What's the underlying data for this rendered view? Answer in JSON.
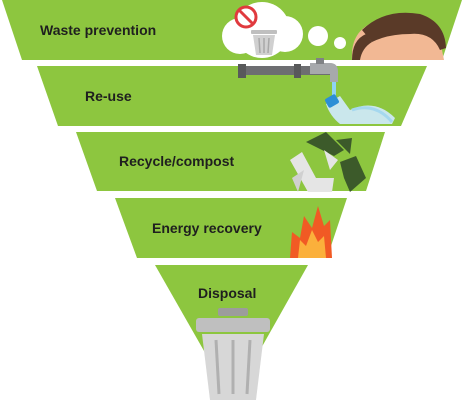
{
  "diagram": {
    "type": "inverted-pyramid",
    "tiers": [
      {
        "label": "Waste prevention",
        "icon": "thinking-person-no-trash-icon"
      },
      {
        "label": "Re-use",
        "icon": "tap-refilling-bottle-icon"
      },
      {
        "label": "Recycle/compost",
        "icon": "recycle-arrows-icon"
      },
      {
        "label": "Energy recovery",
        "icon": "flame-icon"
      },
      {
        "label": "Disposal",
        "icon": "trash-bin-icon"
      }
    ],
    "colors": {
      "tier_fill": "#8dc63f",
      "separator": "#ffffff",
      "label_text": "#1f1f1f",
      "recycle_dark": "#3c5a2a",
      "recycle_light": "#e5e5e5",
      "flame_outer": "#f15a24",
      "flame_inner": "#fbb03b",
      "bin_gray": "#bfbfbf",
      "skin": "#f2b894",
      "hair": "#5a3a28",
      "water": "#8fd3f4",
      "pipe": "#6d6e71",
      "no_sign": "#e03a3e"
    }
  }
}
